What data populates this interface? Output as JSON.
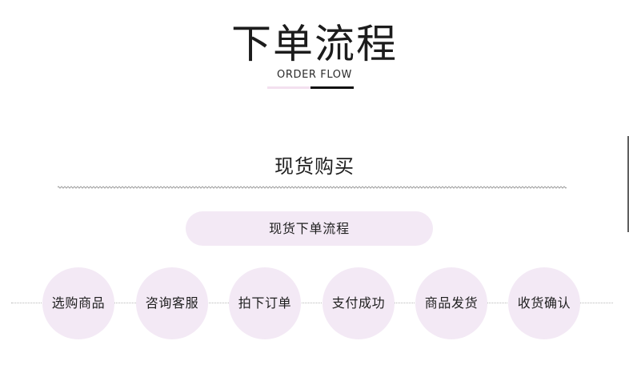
{
  "header": {
    "title": "下单流程",
    "subtitle": "ORDER FLOW"
  },
  "section": {
    "title": "现货购买",
    "pill_label": "现货下单流程"
  },
  "steps": [
    {
      "label": "选购商品"
    },
    {
      "label": "咨询客服"
    },
    {
      "label": "拍下订单"
    },
    {
      "label": "支付成功"
    },
    {
      "label": "商品发货"
    },
    {
      "label": "收货确认"
    }
  ],
  "colors": {
    "circle_fill": "#f3e9f5",
    "accent_pink": "#f3e0ef",
    "accent_black": "#111111"
  }
}
